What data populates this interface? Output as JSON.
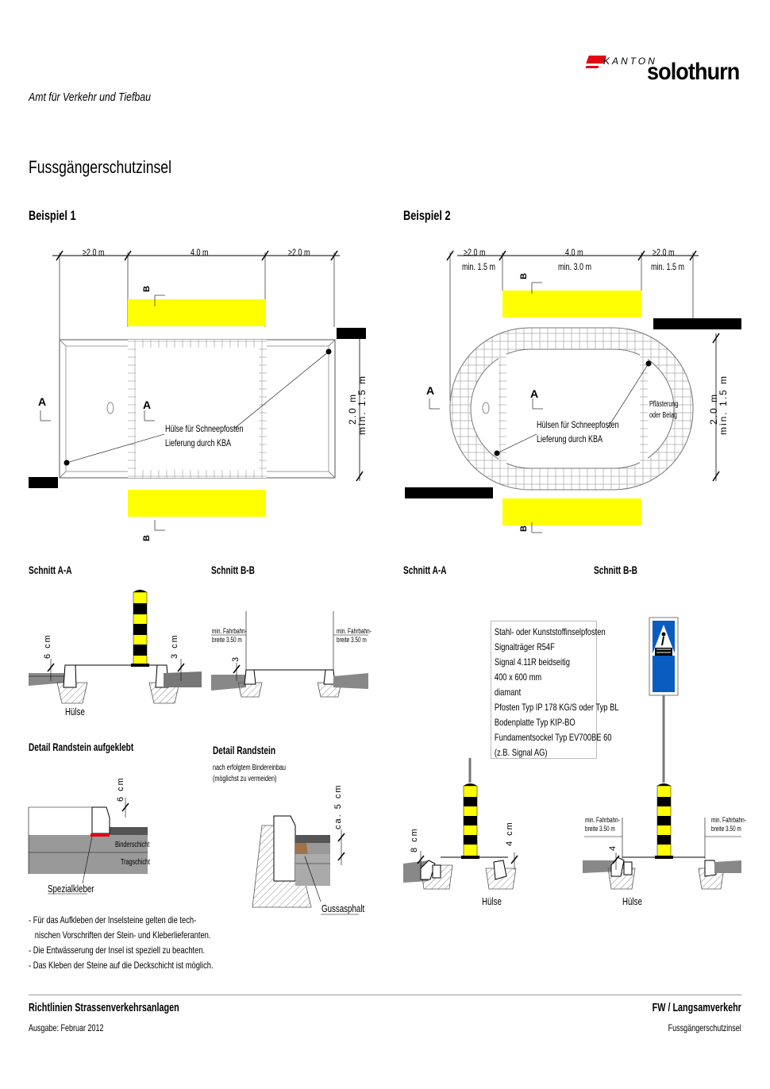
{
  "header": {
    "department": "Amt für Verkehr und Tiefbau",
    "logo": {
      "kanton": "KANTON",
      "name": "solothurn"
    },
    "title": "Fussgängerschutzinsel"
  },
  "example1": {
    "heading": "Beispiel 1",
    "dims": [
      "≥2.0 m",
      "4.0 m",
      "≥2.0 m"
    ],
    "width_label_1": "2.0 m",
    "width_label_2": "min. 1.5 m",
    "section_A": "A",
    "section_B": "B",
    "callout": [
      "Hülse für Schneepfosten",
      "Lieferung durch KBA"
    ]
  },
  "example2": {
    "heading": "Beispiel 2",
    "dims": [
      "≥2.0 m",
      "4.0 m",
      "≥2.0 m"
    ],
    "mins": [
      "min. 1.5 m",
      "min. 3.0 m",
      "min. 1.5 m"
    ],
    "width_label_1": "2.0 m",
    "width_label_2": "min. 1.5 m",
    "section_A": "A",
    "section_B": "B",
    "callout": [
      "Hülsen für Schneepfosten",
      "Lieferung durch KBA"
    ],
    "paving": [
      "Pflästerung",
      "oder Belag"
    ]
  },
  "sections": {
    "s1_aa": "Schnitt A-A",
    "s1_bb": "Schnitt B-B",
    "s2_aa": "Schnitt A-A",
    "s2_bb": "Schnitt B-B",
    "six_cm": "6 cm",
    "three_cm": "3 cm",
    "three": "3",
    "eight_cm": "8 cm",
    "four_cm": "4 cm",
    "four": "4",
    "huelse": "Hülse",
    "min_fahrbahn": [
      "min. Fahrbahn-",
      "breite 3.50 m"
    ]
  },
  "details": {
    "glued_title": "Detail Randstein aufgeklebt",
    "six_cm": "6 cm",
    "binderschicht": "Binderschicht",
    "tragschicht": "Tragschicht",
    "spezialkleber": "Spezialkleber",
    "randstein_title": "Detail Randstein",
    "randstein_sub": [
      "nach erfolgtem Bindereinbau",
      "(möglichst zu vermeiden)"
    ],
    "ca5cm": "ca. 5 cm",
    "gussasphalt": "Gussasphalt"
  },
  "sign_spec": [
    "Stahl- oder Kunststoffinselpfosten",
    "Signalträger R54F",
    "Signal 4.11R beidseitig",
    "400 x 600 mm",
    "diamant",
    "Pfosten Typ IP 178 KG/S oder Typ BL",
    "Bodenplatte Typ KIP-BO",
    "Fundamentsockel Typ EV700BE 60",
    "(z.B. Signal AG)"
  ],
  "notes": [
    "- Für das Aufkleben der Inselsteine gelten die tech-",
    "   nischen Vorschriften der Stein- und Kleberlieferanten.",
    "- Die Entwässerung der Insel ist speziell zu beachten.",
    "- Das Kleben der Steine auf die Deckschicht ist möglich."
  ],
  "footer": {
    "left_title": "Richtlinien Strassenverkehrsanlagen",
    "left_sub": "Ausgabe: Februar 2012",
    "right_title": "FW / Langsamverkehr",
    "right_sub": "Fussgängerschutzinsel"
  },
  "colors": {
    "yellow": "#ffff00",
    "red": "#e30613",
    "sign_blue": "#0a5cc1"
  }
}
